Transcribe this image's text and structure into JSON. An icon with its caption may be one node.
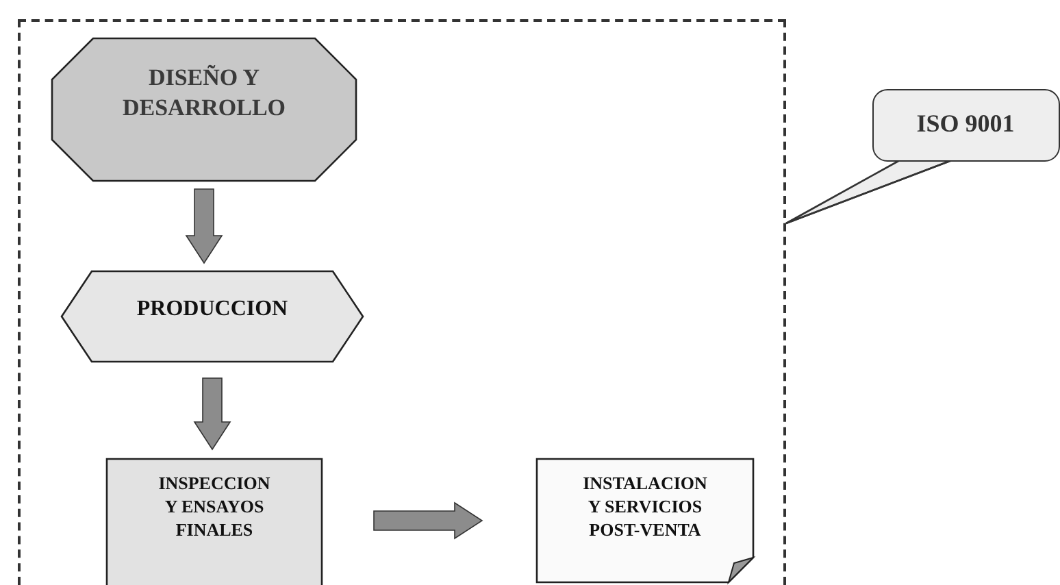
{
  "diagram": {
    "nodes": [
      {
        "text": [],
        "shape": "box"
      },
      {
        "text": [
          "DISEÑO Y DESARROLLO"
        ],
        "in": 0
      },
      {
        "text": [
          "PRODUCCION"
        ],
        "in": 0
      },
      {
        "text": [
          "INSPECCION Y ENSAYOS FINALES"
        ],
        "in": 0
      },
      {
        "text": [
          "INSTALACION Y SERVICIOS POST-VENTA"
        ],
        "in": 0
      },
      {
        "text": [
          "ISO 9001"
        ]
      }
    ],
    "edges": [
      {
        "from": 1,
        "to": 2,
        "arrow": "to",
        "style": "thick"
      },
      {
        "from": 2,
        "to": 3,
        "arrow": "to",
        "style": "thick"
      },
      {
        "from": 3,
        "to": 4,
        "arrow": "to",
        "style": "thick"
      },
      {
        "from": 5,
        "to": 0,
        "arrow": "none"
      }
    ]
  }
}
